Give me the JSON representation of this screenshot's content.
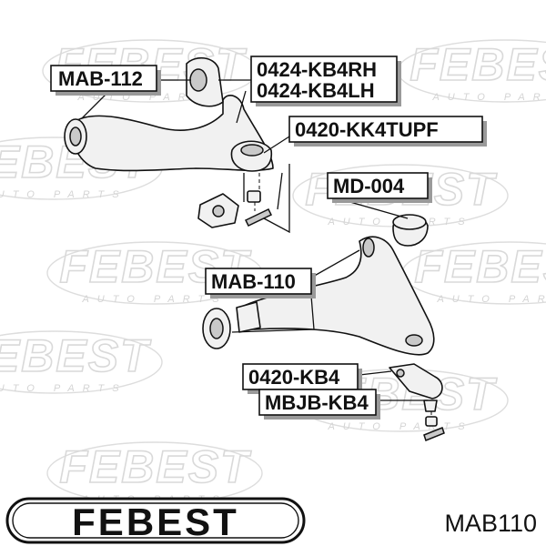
{
  "watermark": {
    "brand": "FEBEST",
    "tagline": "AUTO PARTS"
  },
  "callouts": [
    {
      "id": "mab-112",
      "text": "MAB-112"
    },
    {
      "id": "0424-kb4rh",
      "text": "0424-KB4RH"
    },
    {
      "id": "0424-kb4lh",
      "text": "0424-KB4LH"
    },
    {
      "id": "0420-kk4tupf",
      "text": "0420-KK4TUPF"
    },
    {
      "id": "md-004",
      "text": "MD-004"
    },
    {
      "id": "mab-110",
      "text": "MAB-110"
    },
    {
      "id": "0420-kb4",
      "text": "0420-KB4"
    },
    {
      "id": "mbjb-kb4",
      "text": "MBJB-KB4"
    }
  ],
  "footer": {
    "brand": "FEBEST",
    "part_number": "MAB110"
  }
}
